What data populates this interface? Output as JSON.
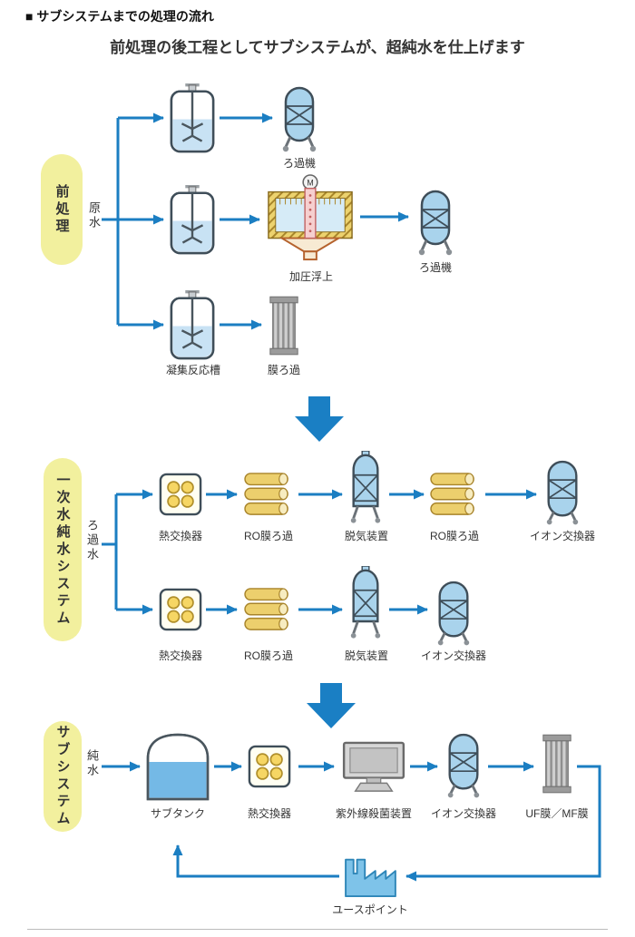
{
  "page": {
    "title": "■ サブシステムまでの処理の流れ",
    "subtitle": "前処理の後工程としてサブシステムが、超純水を仕上げます"
  },
  "colors": {
    "flow_arrow": "#1b7ec2",
    "big_arrow": "#1a7fc4",
    "section_pill": "#f2f09e",
    "vessel_blue": "#a9d3ec",
    "liquid_blue": "#74b9e6",
    "ro_yellow": "#eccf6d",
    "membrane_gray": "#cfcfcf"
  },
  "icons": {
    "stirred_tank": "stirred-tank-icon",
    "filter_vessel": "filter-vessel-icon",
    "flotation_unit": "flotation-unit-icon",
    "membrane_column": "membrane-column-icon",
    "heat_exchanger": "heat-exchanger-icon",
    "ro_membrane": "ro-membrane-icon",
    "degasifier": "degasifier-icon",
    "ion_exchanger": "ion-exchanger-icon",
    "uv_sterilizer": "uv-sterilizer-icon",
    "sub_tank": "sub-tank-icon",
    "factory": "factory-icon",
    "down_arrow": "big-down-arrow-icon",
    "flow_arrow": "flow-arrow"
  },
  "pretreatment": {
    "section": "前処理",
    "feed": "原水",
    "filter_top": "ろ過機",
    "flotation": "加圧浮上",
    "motor_label": "M",
    "filter_mid": "ろ過機",
    "tank": "凝集反応槽",
    "membrane": "膜ろ過"
  },
  "primary": {
    "section": "一次水純水システム",
    "feed": "ろ過水",
    "row1": {
      "hx": "熱交換器",
      "ro1": "RO膜ろ過",
      "degas": "脱気装置",
      "ro2": "RO膜ろ過",
      "ion": "イオン交換器"
    },
    "row2": {
      "hx": "熱交換器",
      "ro": "RO膜ろ過",
      "degas": "脱気装置",
      "ion": "イオン交換器"
    }
  },
  "subsystem": {
    "section": "サブシステム",
    "feed": "純水",
    "tank": "サブタンク",
    "hx": "熱交換器",
    "uv": "紫外線殺菌装置",
    "ion": "イオン交換器",
    "uf": "UF膜／MF膜",
    "use_point": "ユースポイント"
  }
}
